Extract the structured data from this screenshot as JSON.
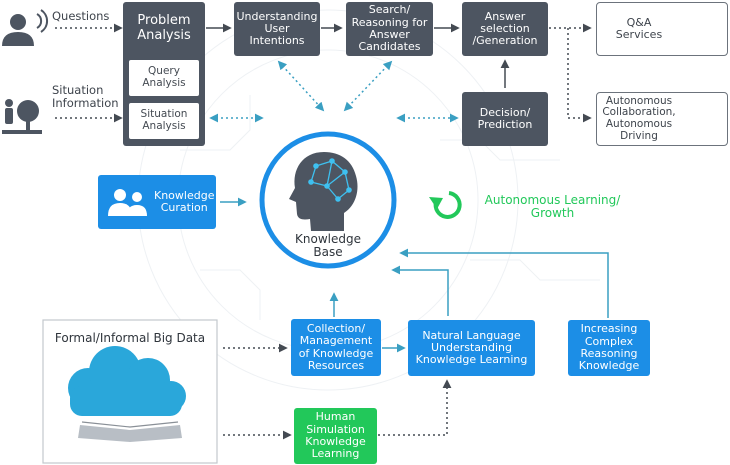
{
  "inputs": {
    "questions": "Questions",
    "situation": "Situation\nInformation"
  },
  "problem": {
    "title": "Problem\nAnalysis",
    "query": "Query\nAnalysis",
    "situation": "Situation\nAnalysis"
  },
  "understanding": "Understanding\nUser\nIntentions",
  "search": "Search/\nReasoning for\nAnswer\nCandidates",
  "answer": "Answer\nselection\n/Generation",
  "decision": "Decision/\nPrediction",
  "outputs": {
    "qa": "Q&A\nServices",
    "driving": "Autonomous\nCollaboration,\nAutonomous\nDriving"
  },
  "curation": "Knowledge\nCuration",
  "kb": "Knowledge\nBase",
  "learning": "Autonomous Learning/\nGrowth",
  "bigdata": "Formal/Informal Big Data",
  "collection": "Collection/\nManagement\nof Knowledge\nResources",
  "nlu": "Natural Language\nUnderstanding\nKnowledge Learning",
  "complex": "Increasing\nComplex\nReasoning\nKnowledge",
  "human": "Human\nSimulation\nKnowledge\nLearning",
  "colors": {
    "dark": "#4d5561",
    "blue": "#1c8ee6",
    "green": "#22c85a",
    "teal": "#3a9fc2"
  }
}
